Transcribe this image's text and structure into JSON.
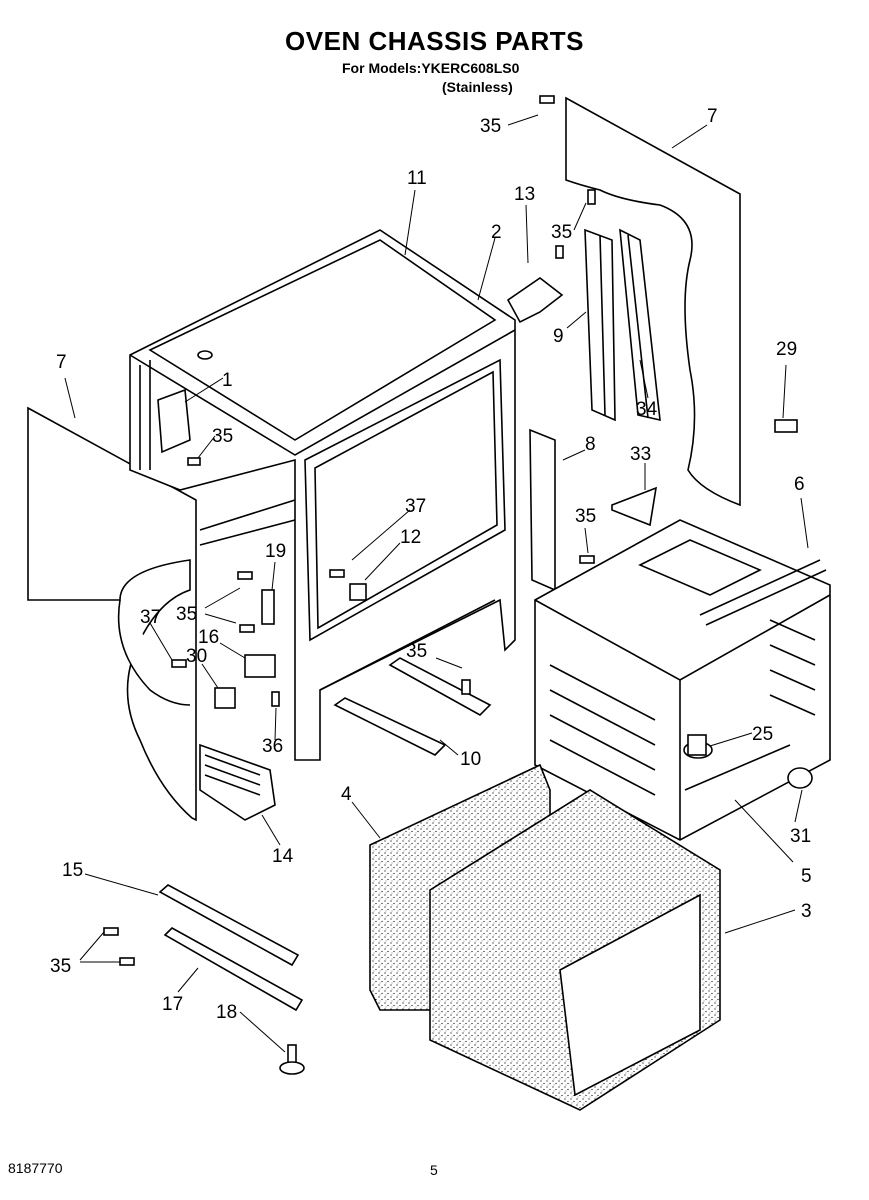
{
  "header": {
    "title": "OVEN CHASSIS PARTS",
    "models_line": "For Models:YKERC608LS0",
    "finish_line": "(Stainless)"
  },
  "callouts": [
    {
      "id": "c35a",
      "label": "35"
    },
    {
      "id": "c7a",
      "label": "7"
    },
    {
      "id": "c11",
      "label": "11"
    },
    {
      "id": "c13",
      "label": "13"
    },
    {
      "id": "c2",
      "label": "2"
    },
    {
      "id": "c35b",
      "label": "35"
    },
    {
      "id": "c9",
      "label": "9"
    },
    {
      "id": "c29",
      "label": "29"
    },
    {
      "id": "c34",
      "label": "34"
    },
    {
      "id": "c7b",
      "label": "7"
    },
    {
      "id": "c1",
      "label": "1"
    },
    {
      "id": "c35c",
      "label": "35"
    },
    {
      "id": "c8",
      "label": "8"
    },
    {
      "id": "c33",
      "label": "33"
    },
    {
      "id": "c6",
      "label": "6"
    },
    {
      "id": "c37a",
      "label": "37"
    },
    {
      "id": "c12",
      "label": "12"
    },
    {
      "id": "c35d",
      "label": "35"
    },
    {
      "id": "c19",
      "label": "19"
    },
    {
      "id": "c35e",
      "label": "35"
    },
    {
      "id": "c37b",
      "label": "37"
    },
    {
      "id": "c16",
      "label": "16"
    },
    {
      "id": "c30",
      "label": "30"
    },
    {
      "id": "c35f",
      "label": "35"
    },
    {
      "id": "c36",
      "label": "36"
    },
    {
      "id": "c10",
      "label": "10"
    },
    {
      "id": "c25",
      "label": "25"
    },
    {
      "id": "c4",
      "label": "4"
    },
    {
      "id": "c31",
      "label": "31"
    },
    {
      "id": "c14",
      "label": "14"
    },
    {
      "id": "c5",
      "label": "5"
    },
    {
      "id": "c15",
      "label": "15"
    },
    {
      "id": "c3",
      "label": "3"
    },
    {
      "id": "c35g",
      "label": "35"
    },
    {
      "id": "c17",
      "label": "17"
    },
    {
      "id": "c18",
      "label": "18"
    }
  ],
  "footer": {
    "doc_number": "8187770",
    "page_number": "5"
  }
}
